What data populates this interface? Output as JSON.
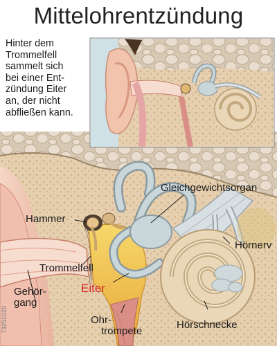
{
  "title": "Mittelohrentzündung",
  "intro_lines": [
    "Hinter dem",
    "Trommelfell",
    "sammelt sich",
    "bei einer Ent-",
    "zündung Eiter",
    "an, der nicht",
    "abfließen kann."
  ],
  "labels": {
    "gleichgewichtsorgan": "Gleichgewichtsorgan",
    "hammer": "Hammer",
    "hoernerv": "Hörnerv",
    "trommelfell": "Trommelfell",
    "eiter": "Eiter",
    "gehoergang_1": "Gehör-",
    "gehoergang_2": "gang",
    "ohrtrompete_1": "Ohr-",
    "ohrtrompete_2": "trompete",
    "hoerschnecke": "Hörschnecke"
  },
  "stock_id": "73251020",
  "colors": {
    "bone": "#e3c9a4",
    "skin": "#f2c8b3",
    "cartilage": "#e9a8a8",
    "pus": "#f2c64a",
    "membrane": "#c9d6da",
    "nerve": "#d8dfe2"
  }
}
